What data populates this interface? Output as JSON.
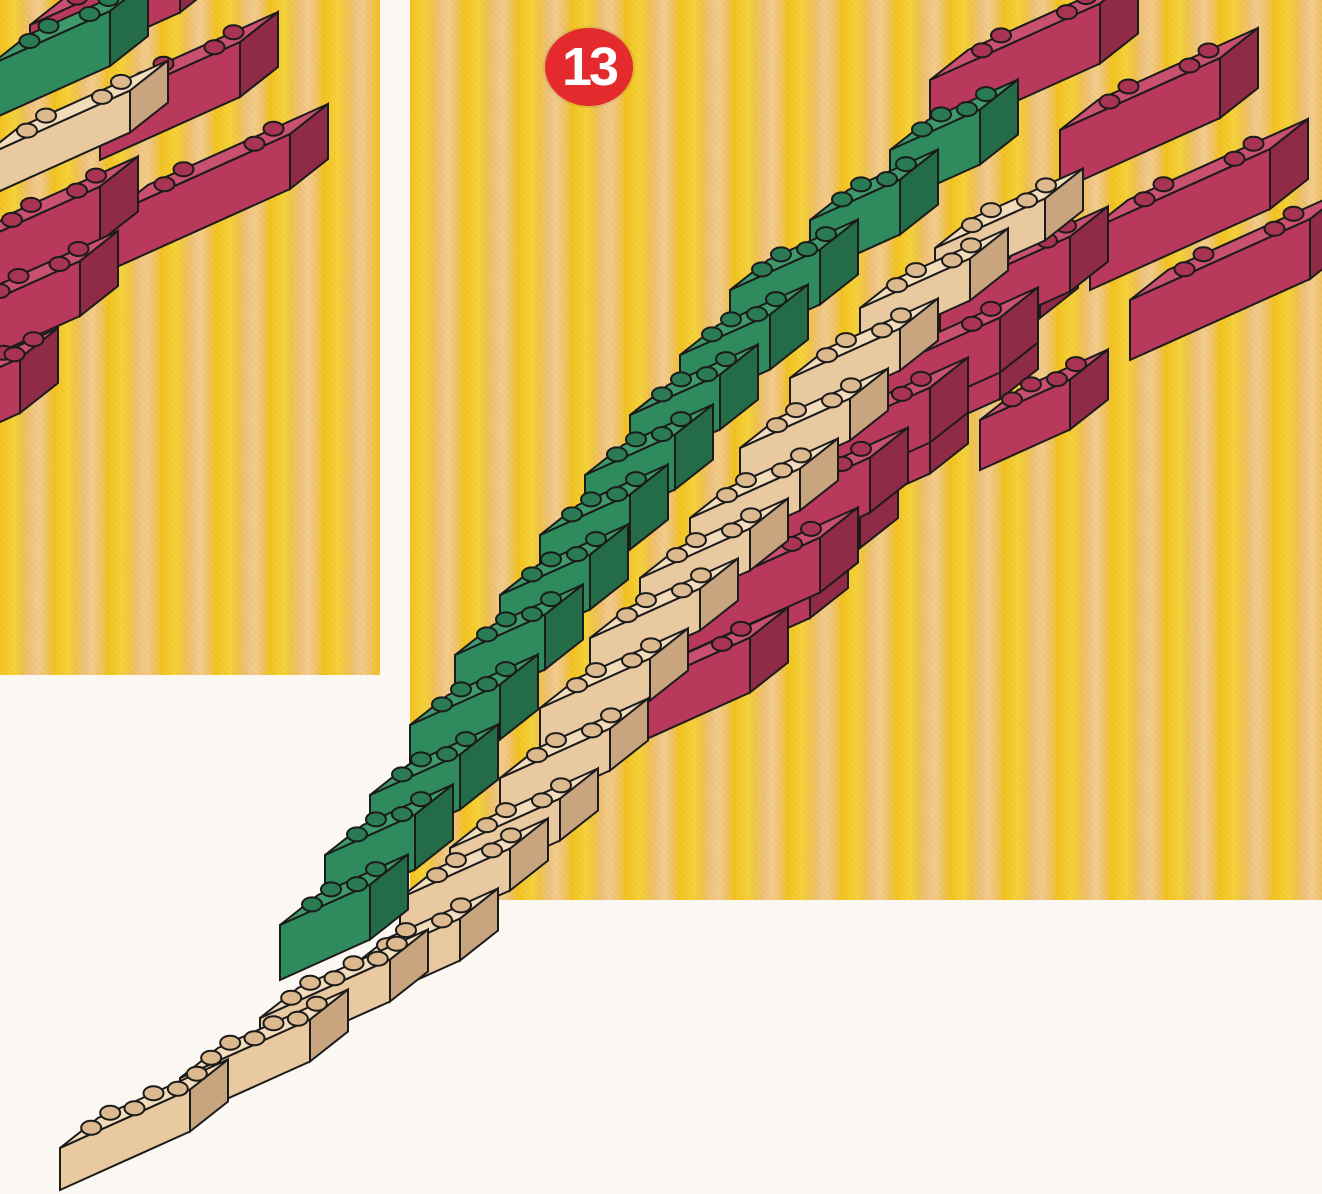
{
  "step": {
    "number": "13"
  },
  "colors": {
    "background": "#fbf8f3",
    "stripe_yellow": "#f2c320",
    "stripe_peach": "#efc46c",
    "brick_green": "#2f8a5e",
    "brick_red": "#b8395c",
    "brick_tan": "#e9c9a0",
    "badge_red": "#e42a2c",
    "outline": "#1b1b1b"
  },
  "illustration": {
    "left_panel": "previous-step-detail",
    "main_figure": "brick-fish-model",
    "brick_colors": [
      "green",
      "red",
      "tan"
    ]
  }
}
